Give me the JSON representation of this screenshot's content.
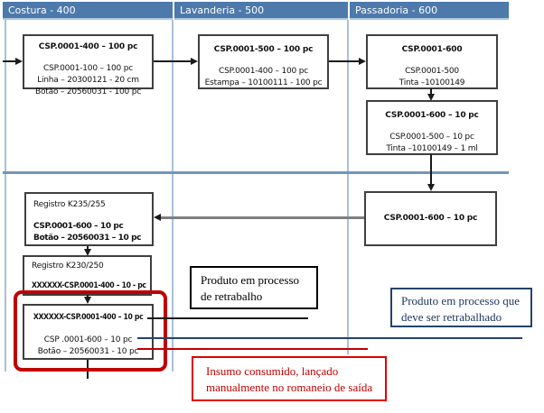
{
  "lanes": {
    "costura": "Costura - 400",
    "lavanderia": "Lavanderia - 500",
    "passadoria": "Passadoria - 600"
  },
  "boxes": {
    "prod400": {
      "title": "CSP.0001-400 – 100 pc",
      "lines": [
        "CSP.0001-100 – 100 pc",
        "Linha – 20300121 - 20 cm",
        "Botão – 20560031 - 100 pc"
      ]
    },
    "prod500": {
      "title": "CSP.0001-500 – 100 pc",
      "lines": [
        "CSP.0001-400 – 100 pc",
        "Estampa – 10100111 - 100 pc"
      ]
    },
    "prod600": {
      "title": "CSP.0001-600",
      "lines": [
        "CSP.0001-500",
        "Tinta –10100149"
      ]
    },
    "prod600_10pc": {
      "title": "CSP.0001-600 – 10 pc",
      "lines": [
        "CSP.0001-500 – 10 pc",
        "Tinta –10100149 – 1 ml"
      ]
    },
    "prod600_return": {
      "title": "CSP.0001-600 – 10 pc"
    },
    "registro_k235": {
      "title": "Registro K235/255",
      "lines": [
        "CSP.0001-600 – 10 pc",
        "Botão – 20560031 – 10 pc"
      ]
    },
    "registro_k230": {
      "title": "Registro K230/250",
      "lines": [
        "XXXXXX-CSP.0001-400 – 10 - pc"
      ]
    },
    "retrabalho": {
      "title": "XXXXXX-CSP.0001-400 – 10 pc",
      "lines": [
        "CSP .0001-600 – 10 pc",
        "Botão – 20560031 - 10 pc"
      ]
    }
  },
  "annotations": {
    "processo_retrabalho": "Produto em processo de retrabalho",
    "deve_ser_retrabalhado": "Produto em processo que deve ser retrabalhado",
    "insumo_consumido": "Insumo consumido, lançado manualmente no romaneio de saída"
  },
  "colors": {
    "lane_header_fill": "#4d79ab",
    "lane_line": "#a7c0db",
    "divider": "#7396b8",
    "box_border": "#3f3f3f",
    "highlight_red": "#c00000",
    "annotation_navy": "#1f3864",
    "arrow_gray": "#7f7f7f"
  }
}
